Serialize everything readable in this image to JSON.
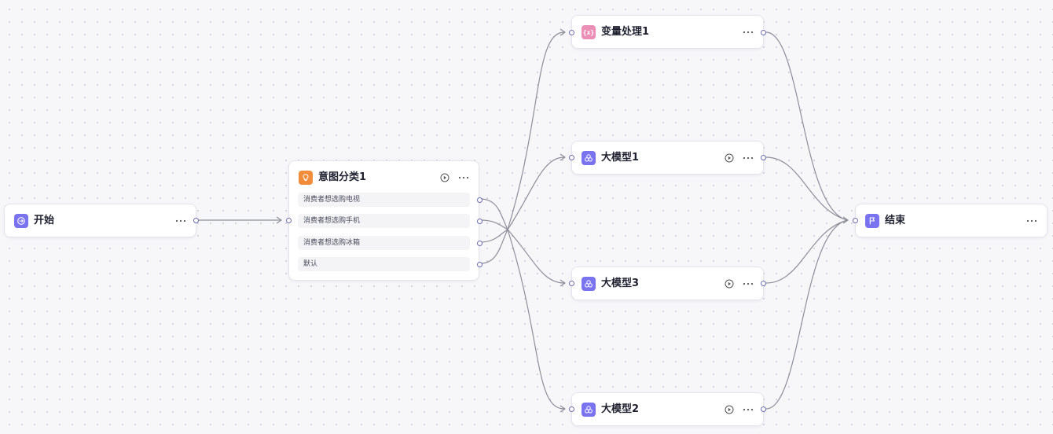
{
  "canvas": {
    "accent_color": "#7a73f0",
    "edge_color": "#8d8e99"
  },
  "nodes": {
    "start": {
      "title": "开始",
      "icon": "start-icon"
    },
    "intent": {
      "title": "意图分类1",
      "icon": "lightbulb-icon",
      "classes": [
        "消费者想选购电视",
        "消费者想选购手机",
        "消费者想选购冰箱",
        "默认"
      ]
    },
    "var": {
      "title": "变量处理1",
      "icon": "variable-icon",
      "icon_text": "{x}"
    },
    "llm1": {
      "title": "大模型1",
      "icon": "llm-icon"
    },
    "llm3": {
      "title": "大模型3",
      "icon": "llm-icon"
    },
    "llm2": {
      "title": "大模型2",
      "icon": "llm-icon"
    },
    "end": {
      "title": "结束",
      "icon": "flag-icon"
    }
  },
  "controls": {
    "more_label": "···"
  }
}
